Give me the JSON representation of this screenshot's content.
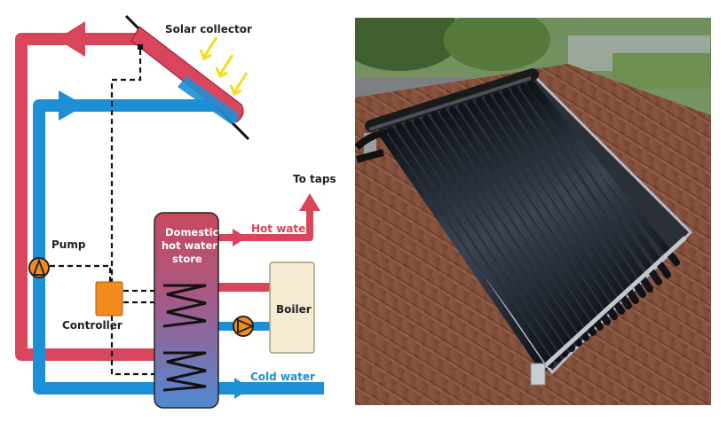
{
  "labels": {
    "solar_collector": "Solar collector",
    "to_taps": "To taps",
    "tank_line1": "Domestic",
    "tank_line2": "hot water",
    "tank_line3": "store",
    "hot_water": "Hot water",
    "pump": "Pump",
    "boiler": "Boiler",
    "controller": "Controller",
    "cold_water": "Cold water"
  },
  "colors": {
    "hot_pipe": "#d9455b",
    "cold_pipe": "#1d8fd6",
    "controller": "#f28c1e",
    "boiler": "#f5ead2",
    "roof": "#7a4a36",
    "collector_tube": "#1e2530"
  }
}
